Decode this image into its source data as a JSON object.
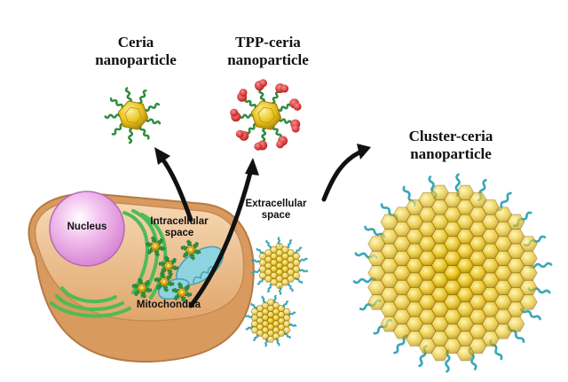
{
  "labels": {
    "ceria_title_1": "Ceria",
    "ceria_title_2": "nanoparticle",
    "tpp_title_1": "TPP-ceria",
    "tpp_title_2": "nanoparticle",
    "cluster_title_1": "Cluster-ceria",
    "cluster_title_2": "nanoparticle",
    "nucleus": "Nucleus",
    "intracellular_1": "Intracellular",
    "intracellular_2": "space",
    "extracellular_1": "Extracellular",
    "extracellular_2": "space",
    "mitochondria": "Mitochondria"
  },
  "colors": {
    "ceria_gold": "#e8c21a",
    "ligand_green": "#2e8b3e",
    "tpp_red": "#d42a2a",
    "ligand_blue": "#3aa7b8",
    "nucleus_pink": "#e59be0",
    "cell_tan": "#d9a06a",
    "er_green": "#4dbb57",
    "mito_blue": "#8ed3e0"
  }
}
